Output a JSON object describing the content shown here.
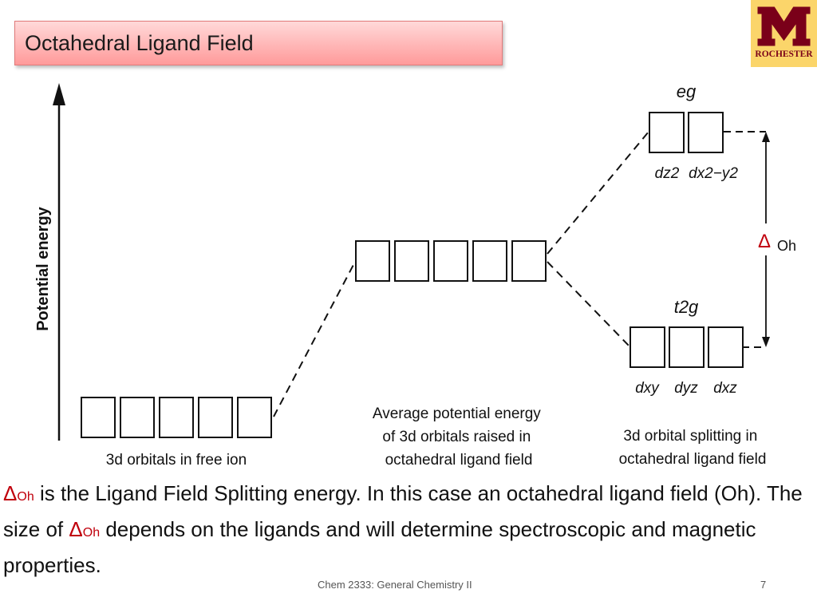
{
  "slide": {
    "title": "Octahedral Ligand Field",
    "logo_text": "ROCHESTER"
  },
  "diagram": {
    "y_axis_label": "Potential energy",
    "free_ion_caption": [
      "3d orbitals in free ion"
    ],
    "average_caption": [
      "Average potential energy",
      "of 3d orbitals raised in",
      "octahedral ligand field"
    ],
    "split_caption": [
      "3d orbital splitting in",
      "octahedral ligand field"
    ],
    "eg_label": "eg",
    "t2g_label": "t2g",
    "eg_orbitals": [
      "dz2",
      "dx2−y2"
    ],
    "t2g_orbitals": [
      "dxy",
      "dyz",
      "dxz"
    ],
    "delta_symbol": "Δ",
    "delta_sub": "Oh",
    "orbital_counts": {
      "free_ion": 5,
      "average": 5,
      "eg": 2,
      "t2g": 3
    }
  },
  "caption": {
    "delta": "Δ",
    "sub": "Oh",
    "part1": " is the Ligand Field Splitting energy. In this case an octahedral ligand field (Oh).  The size of ",
    "part2": " depends on the ligands and will determine spectroscopic and magnetic properties."
  },
  "footer": {
    "course": "Chem 2333: General Chemistry II",
    "page": "7"
  },
  "colors": {
    "accent_red": "#c0000c",
    "logo_maroon": "#7a0019",
    "logo_gold": "#fbd56a"
  }
}
